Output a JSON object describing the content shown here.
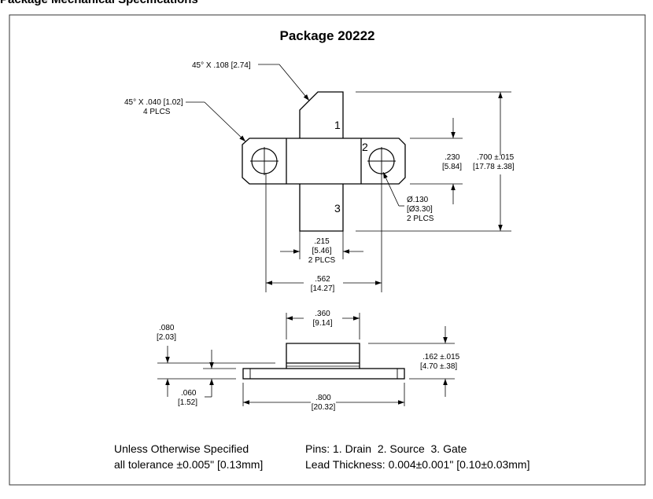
{
  "page_header": "Package Mechanical Specifications",
  "package_title": "Package 20222",
  "callouts": {
    "chamfer_tab": "45° X .108 [2.74]",
    "chamfer_flange_line1": "45° X .040 [1.02]",
    "chamfer_flange_line2": "4 PLCS",
    "pin1": "1",
    "pin2": "2",
    "pin3": "3",
    "hole_line1": "Ø.130",
    "hole_line2": "[Ø3.30]",
    "hole_line3": "2 PLCS"
  },
  "dimensions": {
    "tab_gap_in": ".230",
    "tab_gap_mm": "[5.84]",
    "overall_height": ".700 ±.015",
    "overall_height_mm": "[17.78 ±.38]",
    "lead_width_in": ".215",
    "lead_width_mm": "[5.46]",
    "lead_width_note": "2 PLCS",
    "hole_spacing_in": ".562",
    "hole_spacing_mm": "[14.27]",
    "cap_width_in": ".360",
    "cap_width_mm": "[9.14]",
    "lead_offset_in": ".080",
    "lead_offset_mm": "[2.03]",
    "flange_thick_in": ".060",
    "flange_thick_mm": "[1.52]",
    "total_height_in": ".162 ±.015",
    "total_height_mm": "[4.70 ±.38]",
    "flange_length_in": ".800",
    "flange_length_mm": "[20.32]"
  },
  "notes": {
    "tolerance_line1": "Unless Otherwise Specified",
    "tolerance_line2": "all tolerance ±0.005\" [0.13mm]",
    "pins_line": "Pins: 1. Drain  2. Source  3. Gate",
    "lead_thickness_line": "Lead Thickness: 0.004±0.001\" [0.10±0.03mm]"
  }
}
